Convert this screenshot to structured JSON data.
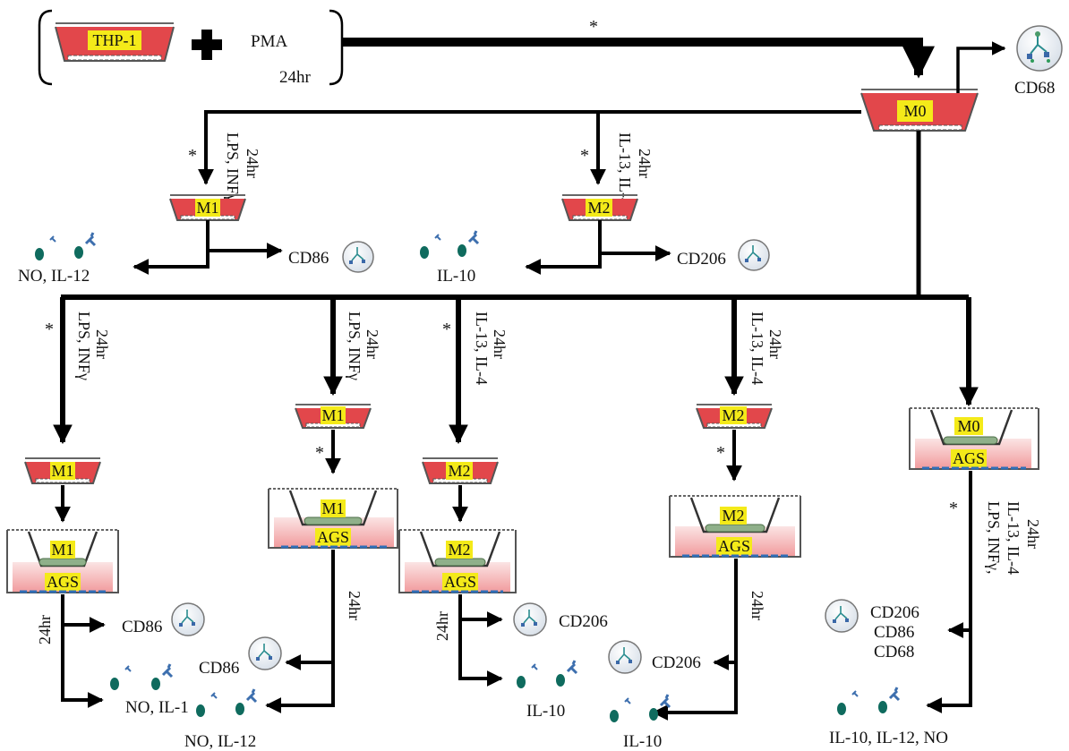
{
  "colors": {
    "medium": "#e2474b",
    "medium_light": "#f3a5a6",
    "tag_bg": "#f4ea19",
    "arrow": "#000000",
    "cell_blue": "#2f6fb8",
    "cell_green": "#8fb08a"
  },
  "star": "*",
  "hours": "24hr",
  "start": {
    "cell_line": "THP-1",
    "stimulus": "PMA",
    "time": "24hr"
  },
  "m0_top": {
    "label": "M0",
    "marker": "CD68"
  },
  "treat_m1": {
    "line1": "LPS, INFγ",
    "line2": "24hr"
  },
  "treat_m2": {
    "line1": "IL-13, IL-4",
    "line2": "24hr"
  },
  "treat_mix": {
    "line1": "LPS, INFγ,",
    "line2": "IL-13, IL-4",
    "line3": "24hr"
  },
  "top_m1": {
    "label": "M1",
    "marker": "CD86",
    "output": "NO, IL-12"
  },
  "top_m2": {
    "label": "M2",
    "marker": "CD206",
    "output": "IL-10"
  },
  "col1": {
    "dish": "M1",
    "insert": "M1",
    "bottom": "AGS",
    "marker": "CD86",
    "output": "NO, IL-1"
  },
  "col2": {
    "dish": "M1",
    "insert": "M1",
    "bottom": "AGS",
    "marker": "CD86",
    "output": "NO, IL-12"
  },
  "col3": {
    "dish": "M2",
    "insert": "M2",
    "bottom": "AGS",
    "marker": "CD206",
    "output": "IL-10"
  },
  "col4": {
    "dish": "M2",
    "insert": "M2",
    "bottom": "AGS",
    "marker": "CD206",
    "output": "IL-10"
  },
  "col5": {
    "insert": "M0",
    "bottom": "AGS",
    "markers": [
      "CD206",
      "CD86",
      "CD68"
    ],
    "output": "IL-10, IL-12, NO"
  }
}
